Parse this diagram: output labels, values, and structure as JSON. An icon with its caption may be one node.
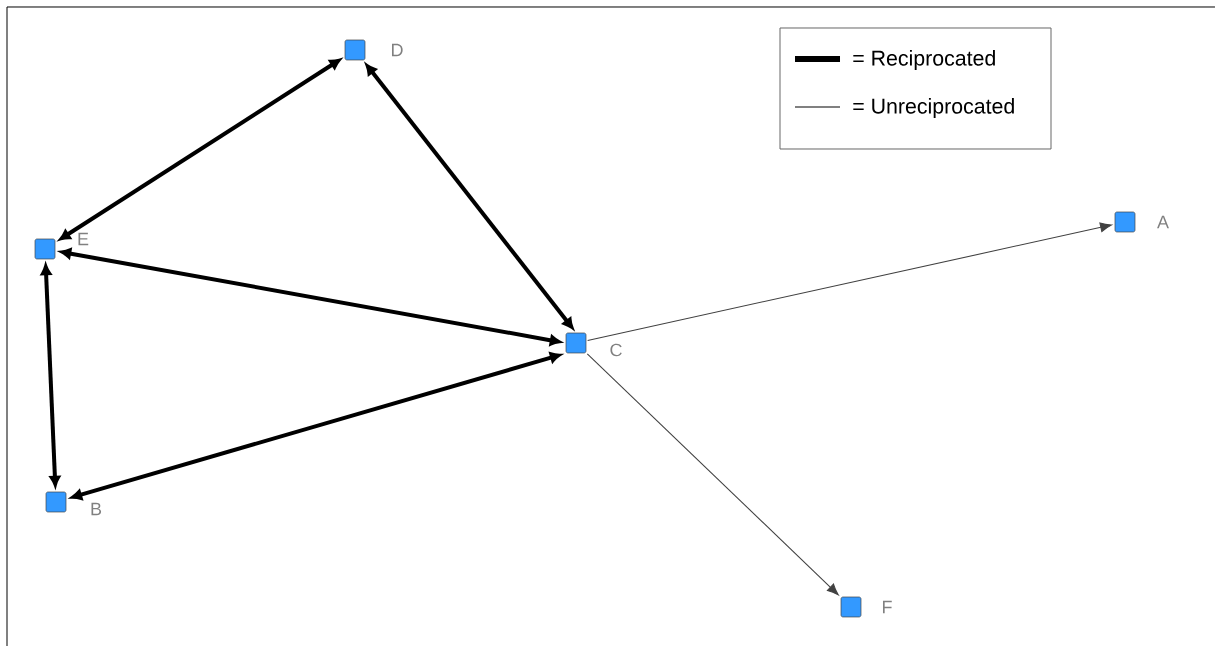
{
  "diagram": {
    "nodes": [
      {
        "text": [],
        "shape": "box",
        "beside": [
          "D"
        ]
      },
      {
        "text": [],
        "shape": "box",
        "beside": [
          "A"
        ]
      },
      {
        "text": [],
        "shape": "box",
        "beside": [
          "E"
        ]
      },
      {
        "text": [],
        "shape": "box",
        "beside": [
          "C"
        ]
      },
      {
        "text": [],
        "shape": "box",
        "beside": [
          "B"
        ]
      },
      {
        "text": [],
        "shape": "box",
        "beside": [
          "F"
        ]
      }
    ],
    "edges": [
      {
        "from": 0,
        "to": 2,
        "arrow": "both"
      },
      {
        "from": 0,
        "to": 3,
        "arrow": "both"
      },
      {
        "from": 2,
        "to": 3,
        "arrow": "both"
      },
      {
        "from": 2,
        "to": 4,
        "arrow": "both"
      },
      {
        "from": 4,
        "to": 3,
        "arrow": "both"
      },
      {
        "from": 3,
        "to": 1,
        "arrow": "to",
        "color": "#404040"
      },
      {
        "from": 3,
        "to": 5,
        "arrow": "to",
        "color": "#404040"
      }
    ],
    "legend": [
      {
        "text": "= Reciprocated"
      },
      {
        "text": "= Unreciprocated"
      }
    ]
  }
}
